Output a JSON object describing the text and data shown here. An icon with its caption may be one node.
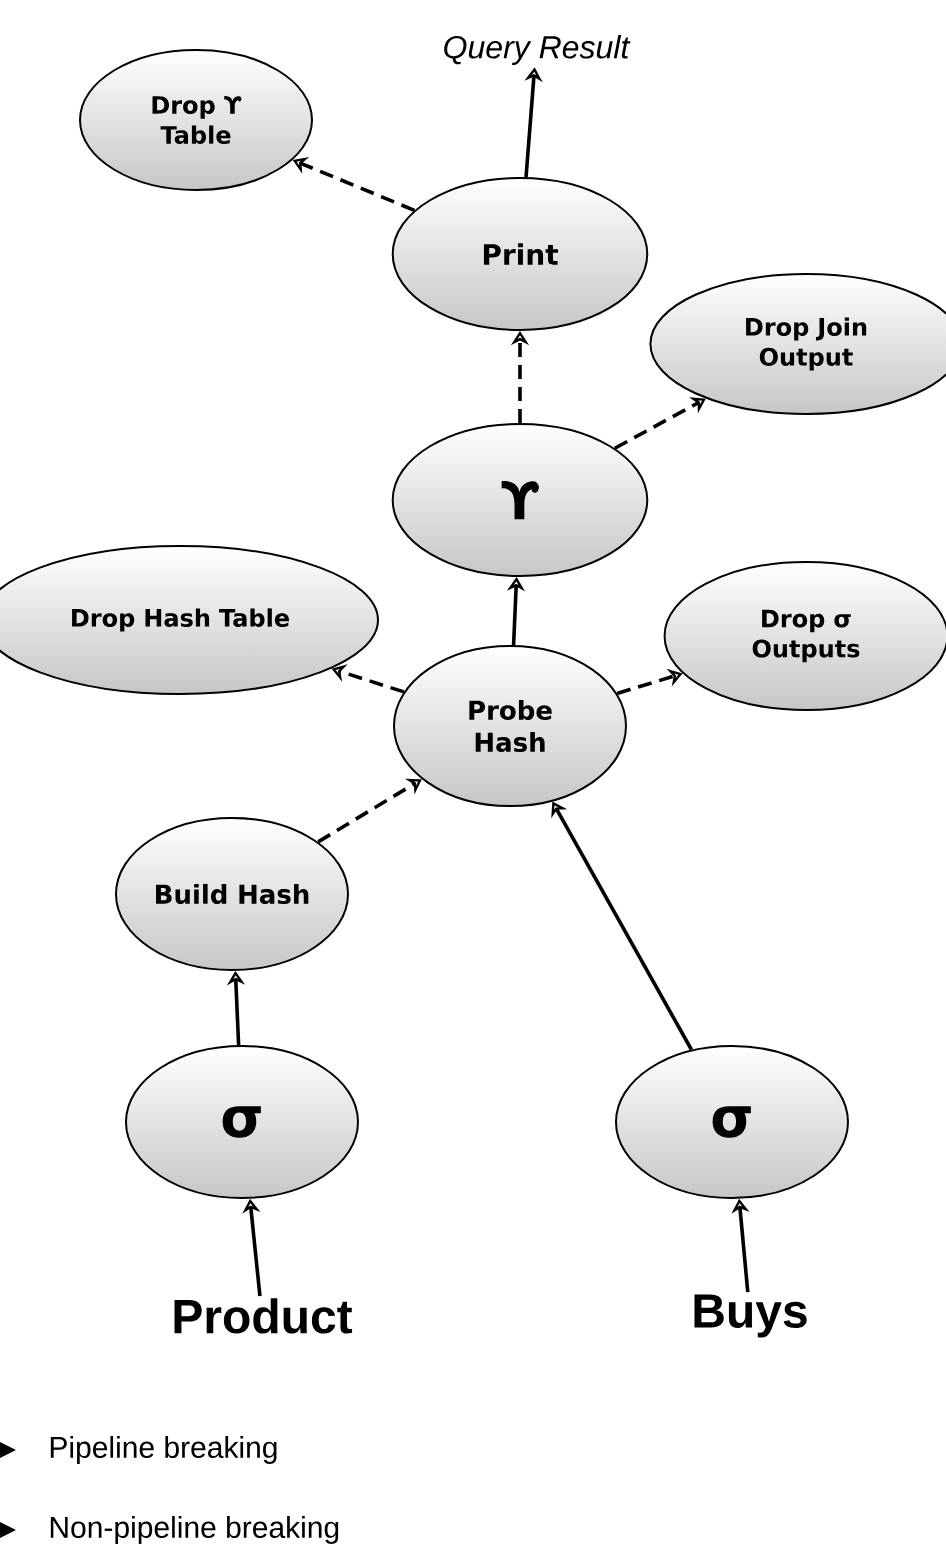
{
  "diagram": {
    "nodes": [
      {
        "text": [
          "Query Result"
        ]
      },
      {
        "text": [
          "Drop ϒ Table"
        ]
      },
      {
        "text": [
          "Print"
        ]
      },
      {
        "text": [
          "Drop Join Output"
        ]
      },
      {
        "text": [
          "ϒ"
        ]
      },
      {
        "text": [
          "Drop Hash Table"
        ]
      },
      {
        "text": [
          "Drop σ Outputs"
        ]
      },
      {
        "text": [
          "Probe Hash"
        ]
      },
      {
        "text": [
          "Build Hash"
        ]
      },
      {
        "text": [
          "σ"
        ]
      },
      {
        "text": [
          "σ"
        ]
      },
      {
        "text": [
          "Product"
        ]
      },
      {
        "text": [
          "Buys"
        ]
      }
    ],
    "edges": [
      {
        "from": 2,
        "to": 0,
        "arrow": "to"
      },
      {
        "from": 2,
        "to": 1,
        "arrow": "to",
        "style": "dashed"
      },
      {
        "from": 4,
        "to": 2,
        "arrow": "to",
        "style": "dashed"
      },
      {
        "from": 4,
        "to": 3,
        "arrow": "to",
        "style": "dashed"
      },
      {
        "from": 7,
        "to": 4,
        "arrow": "to"
      },
      {
        "from": 7,
        "to": 5,
        "arrow": "to",
        "style": "dashed"
      },
      {
        "from": 7,
        "to": 6,
        "arrow": "to",
        "style": "dashed"
      },
      {
        "from": 8,
        "to": 7,
        "arrow": "to",
        "style": "dashed"
      },
      {
        "from": 10,
        "to": 7,
        "arrow": "to"
      },
      {
        "from": 9,
        "to": 8,
        "arrow": "to"
      },
      {
        "from": 11,
        "to": 9,
        "arrow": "to"
      },
      {
        "from": 12,
        "to": 10,
        "arrow": "to"
      }
    ],
    "legend": [
      {
        "text": "Pipeline breaking"
      },
      {
        "text": "Non-pipeline breaking"
      }
    ]
  }
}
